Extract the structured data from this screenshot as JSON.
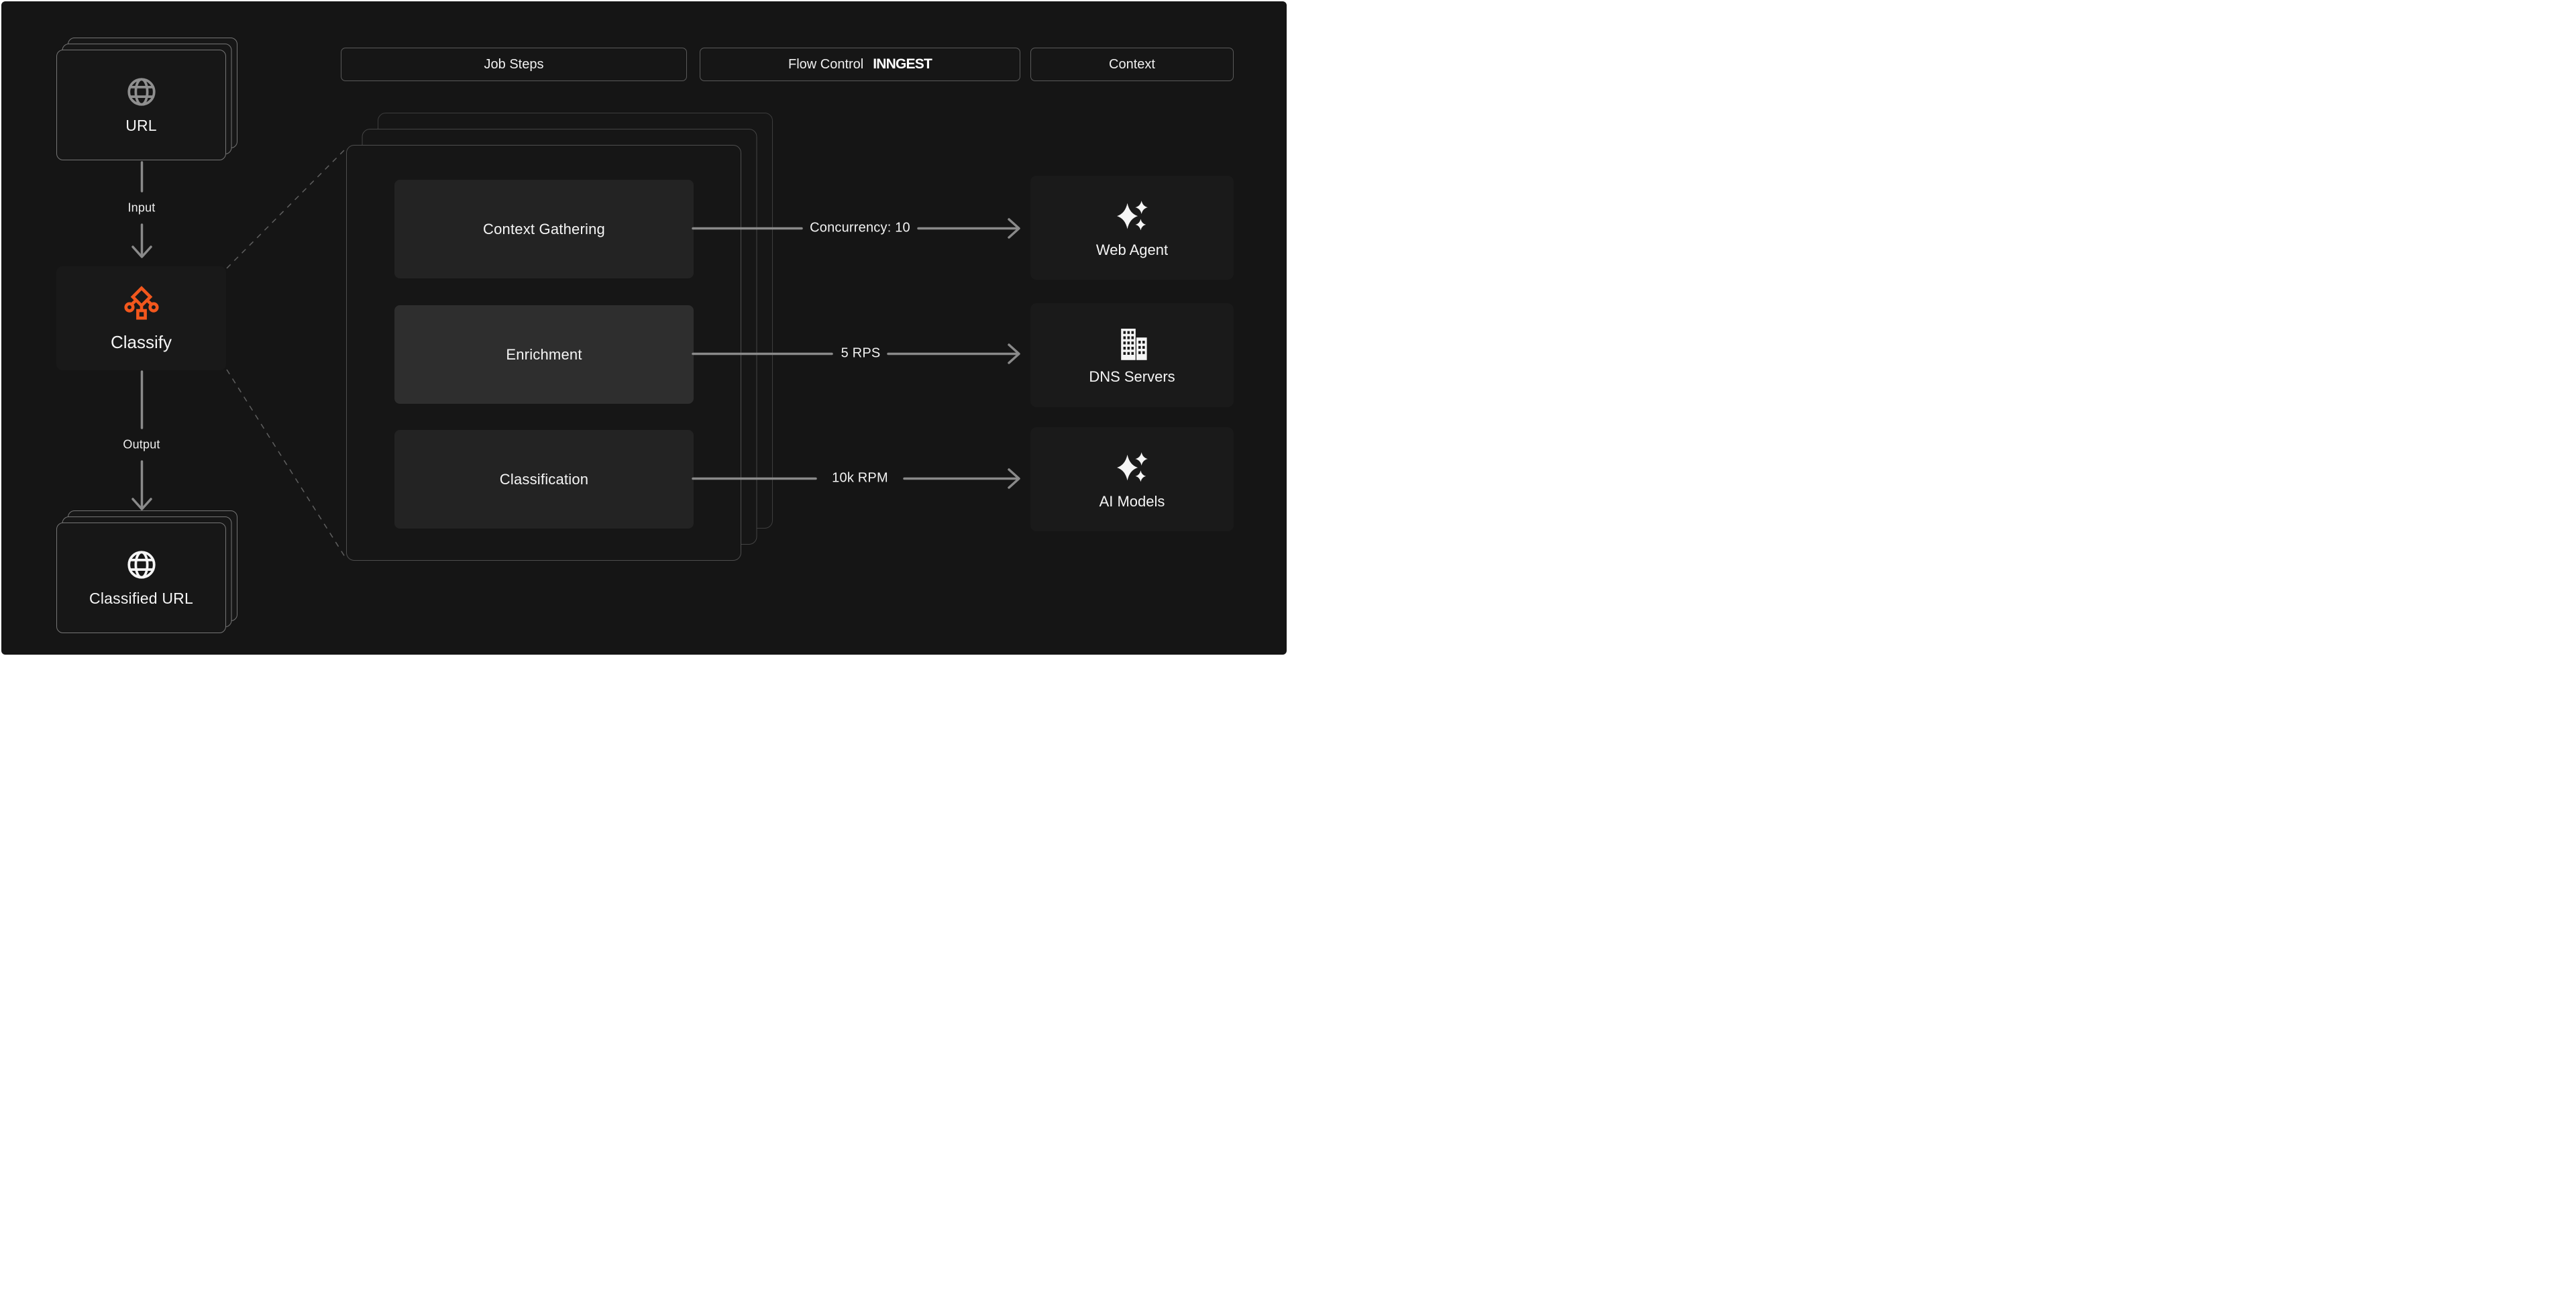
{
  "left_flow": {
    "url_card_label": "URL",
    "input_arrow_label": "Input",
    "classify_label": "Classify",
    "output_arrow_label": "Output",
    "classified_card_label": "Classified URL"
  },
  "headers": {
    "job_steps": "Job Steps",
    "flow_control": "Flow Control",
    "flow_control_brand": "INNGEST",
    "context": "Context"
  },
  "job_steps": [
    {
      "label": "Context Gathering"
    },
    {
      "label": "Enrichment"
    },
    {
      "label": "Classification"
    }
  ],
  "flow_control_labels": [
    "Concurrency: 10",
    "5 RPS",
    "10k RPM"
  ],
  "context_services": [
    {
      "label": "Web Agent",
      "icon": "sparkles-icon"
    },
    {
      "label": "DNS Servers",
      "icon": "building-icon"
    },
    {
      "label": "AI Models",
      "icon": "sparkles-icon"
    }
  ],
  "colors": {
    "background": "#151515",
    "accent_orange": "#F2571D",
    "arrow_gray": "#8A8A8A",
    "card_border": "#757575",
    "text": "#F2F2F2"
  }
}
